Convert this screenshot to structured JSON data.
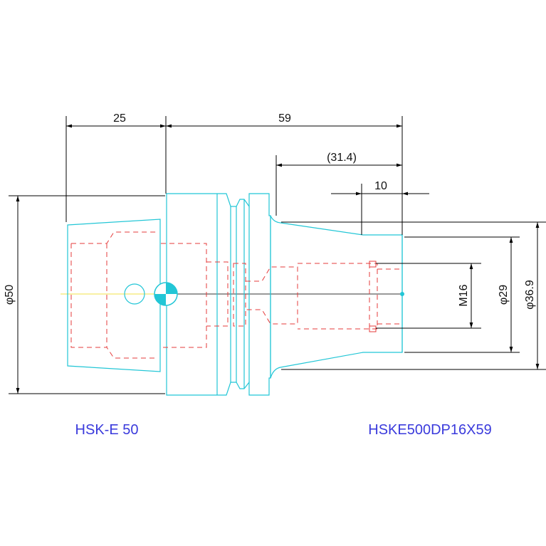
{
  "dimensions": {
    "length_25": "25",
    "length_59": "59",
    "length_31_4": "(31.4)",
    "length_10": "10",
    "dia_50": "φ50",
    "thread_m16": "M16",
    "dia_29": "φ29",
    "dia_36_9": "φ36.9"
  },
  "labels": {
    "left": "HSK-E 50",
    "right": "HSKE500DP16X59"
  },
  "colors": {
    "outline": "#22c6d6",
    "hidden": "#e53b3b",
    "dimension": "#000000",
    "label": "#3a3adc"
  }
}
